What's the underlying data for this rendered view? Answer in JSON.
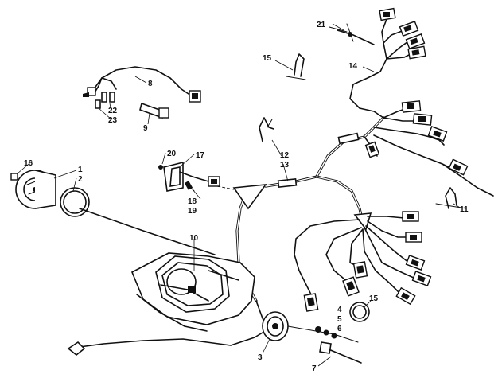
{
  "callouts": {
    "c1": "1",
    "c2": "2",
    "c3": "3",
    "c4": "4",
    "c5": "5",
    "c6": "6",
    "c7": "7",
    "c8": "8",
    "c9": "9",
    "c10": "10",
    "c11": "11",
    "c12": "12",
    "c13": "13",
    "c14": "14",
    "c15a": "15",
    "c15b": "15",
    "c16": "16",
    "c17": "17",
    "c18": "18",
    "c19": "19",
    "c20": "20",
    "c21": "21",
    "c22": "22",
    "c23": "23"
  }
}
